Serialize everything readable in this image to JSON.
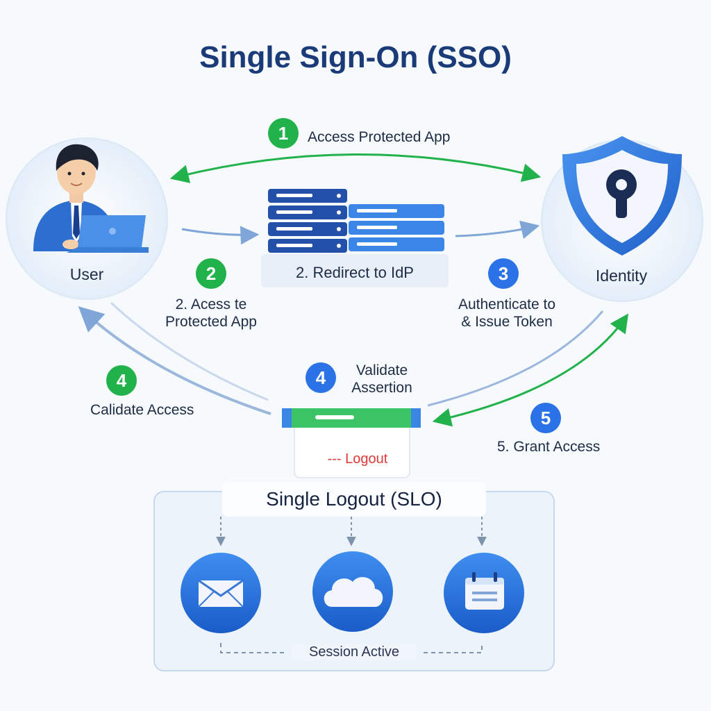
{
  "diagram": {
    "title": "Single Sign-On (SSO)",
    "nodes": {
      "user_label": "User",
      "identity_label": "Identity",
      "server_label": "2. Redirect to IdP"
    },
    "steps": [
      {
        "badge": "1",
        "text": "Access Protected App",
        "color": "#22b24c"
      },
      {
        "badge": "2",
        "text_line1": "2. Acess te",
        "text_line2": "Protected App",
        "color": "#22b24c"
      },
      {
        "badge": "3",
        "text_line1": "Authenticate to",
        "text_line2": "& Issue Token",
        "color": "#2b72e6"
      },
      {
        "badge": "4",
        "text": "Calidate Access",
        "color": "#22b24c"
      },
      {
        "badge": "4",
        "text_line1": "Validate",
        "text_line2": "Assertion",
        "color": "#2b72e6"
      },
      {
        "badge": "5",
        "text": "5. Grant Access",
        "color": "#2b72e6"
      }
    ],
    "logout_label": "--- Logout",
    "slo": {
      "title": "Single Logout (SLO)",
      "services": [
        "envelope-icon",
        "cloud-icon",
        "calendar-icon"
      ],
      "session_label": "Session Active"
    },
    "colors": {
      "title": "#1b3a78",
      "accent_blue": "#2b72e6",
      "accent_green": "#22b24c",
      "logout_red": "#e23a3a"
    }
  }
}
